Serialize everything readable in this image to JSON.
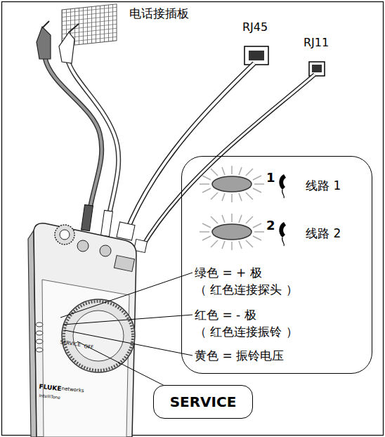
{
  "diagram": {
    "nodes": [
      {
        "text": [
          "1",
          "线路 1",
          "2",
          "线路 2",
          "绿色 = + 极",
          "（ 红色连接探头 ）",
          "红色 = - 极",
          "（ 红色连接振铃 ）",
          "黄色 = 振铃电压"
        ]
      },
      {
        "text": [
          "SERVICE"
        ]
      }
    ],
    "labels": [
      "电话接插板",
      "RJ45",
      "RJ11",
      "SERVICE",
      "OFF",
      "FLUKE",
      "networks",
      "IntelliTone"
    ]
  }
}
